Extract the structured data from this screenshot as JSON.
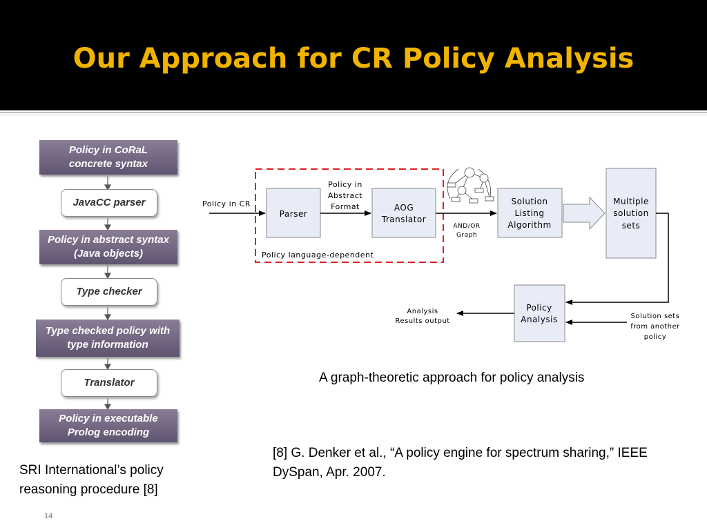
{
  "slide": {
    "title": "Our Approach for CR Policy Analysis",
    "page_number": "14"
  },
  "left_flow": {
    "steps": [
      {
        "label": "Policy in CoRaL\nconcrete syntax"
      },
      {
        "label": "JavaCC parser"
      },
      {
        "label": "Policy in abstract syntax\n(Java objects)"
      },
      {
        "label": "Type checker"
      },
      {
        "label": "Type checked policy with\ntype information"
      },
      {
        "label": "Translator"
      },
      {
        "label": "Policy in executable\nProlog encoding"
      }
    ],
    "caption": "SRI International’s policy reasoning procedure [8]"
  },
  "diagram": {
    "policy_in_cr": "Policy in CR",
    "parser": "Parser",
    "policy_abstract": [
      "Policy in",
      "Abstract",
      "Format"
    ],
    "aog_translator": [
      "AOG",
      "Translator"
    ],
    "and_or_graph": [
      "AND/OR",
      "Graph"
    ],
    "solution_listing": [
      "Solution",
      "Listing",
      "Algorithm"
    ],
    "multiple_solution_sets": [
      "Multiple",
      "solution",
      "sets"
    ],
    "policy_language_dependent": "Policy language-dependent",
    "policy_analysis": [
      "Policy",
      "Analysis"
    ],
    "analysis_results": [
      "Analysis",
      "Results output"
    ],
    "solution_sets_other": [
      "Solution sets",
      "from another",
      "policy"
    ],
    "caption": "A graph-theoretic approach for policy analysis",
    "colors": {
      "box_fill": "#e8ecf7",
      "dash": "#e02020"
    }
  },
  "reference": "[8] G. Denker et al., “A policy engine for spectrum sharing,” IEEE DySpan, Apr. 2007."
}
